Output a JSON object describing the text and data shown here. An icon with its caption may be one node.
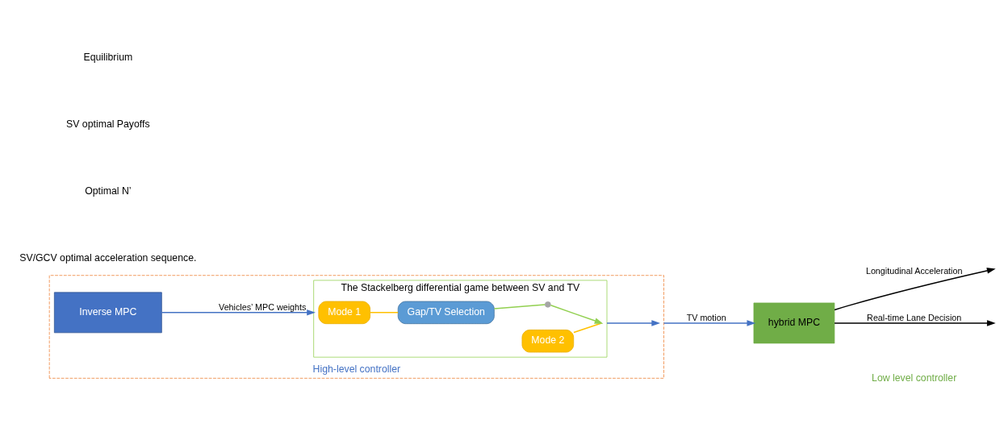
{
  "diagram": {
    "nodes": [
      {
        "text": [
          "High-level controller"
        ]
      },
      {
        "text": [
          "The Stackelberg differential game between SV and TV"
        ],
        "in": 0
      },
      {
        "text": [
          "Mode 1"
        ],
        "in": 1
      },
      {
        "text": [
          "Gap/TV Selection"
        ],
        "in": 1
      },
      {
        "text": [
          "Mode 2"
        ],
        "in": 1
      },
      {
        "text": [],
        "shape": "circle",
        "in": 1
      },
      {
        "text": [
          "Inverse MPC"
        ],
        "in": 0
      },
      {
        "text": [
          "hybrid MPC"
        ]
      }
    ],
    "edges": [
      {
        "from": 2,
        "to": 3,
        "arrow": "none",
        "color": "#ffc000"
      },
      {
        "from": 3,
        "to": 5,
        "arrow": "none",
        "color": "#92d050"
      },
      {
        "from": 4,
        "to": 1,
        "arrow": "none",
        "color": "#ffc000"
      },
      {
        "from": 5,
        "to": 1,
        "arrow": "to",
        "color": "#92d050"
      },
      {
        "from": 6,
        "to": 1,
        "arrow": "to",
        "label": "Vehicles’ MPC weights",
        "color": "#4472c4"
      },
      {
        "from": 1,
        "to": 0,
        "arrow": "to",
        "color": "#4472c4"
      },
      {
        "from": 0,
        "to": 7,
        "arrow": "to",
        "label": "TV motion",
        "color": "#4472c4"
      },
      {
        "from": 7,
        "to": null,
        "arrow": "to",
        "label": "Longitudinal Acceleration",
        "color": "#000000"
      },
      {
        "from": 7,
        "to": null,
        "arrow": "to",
        "label": "Real-time Lane Decision",
        "color": "#000000"
      }
    ],
    "labels": [
      "Equilibrium",
      "SV optimal Payoffs",
      "Optimal N’",
      "SV/GCV optimal acceleration sequence.",
      "Low level controller"
    ]
  }
}
